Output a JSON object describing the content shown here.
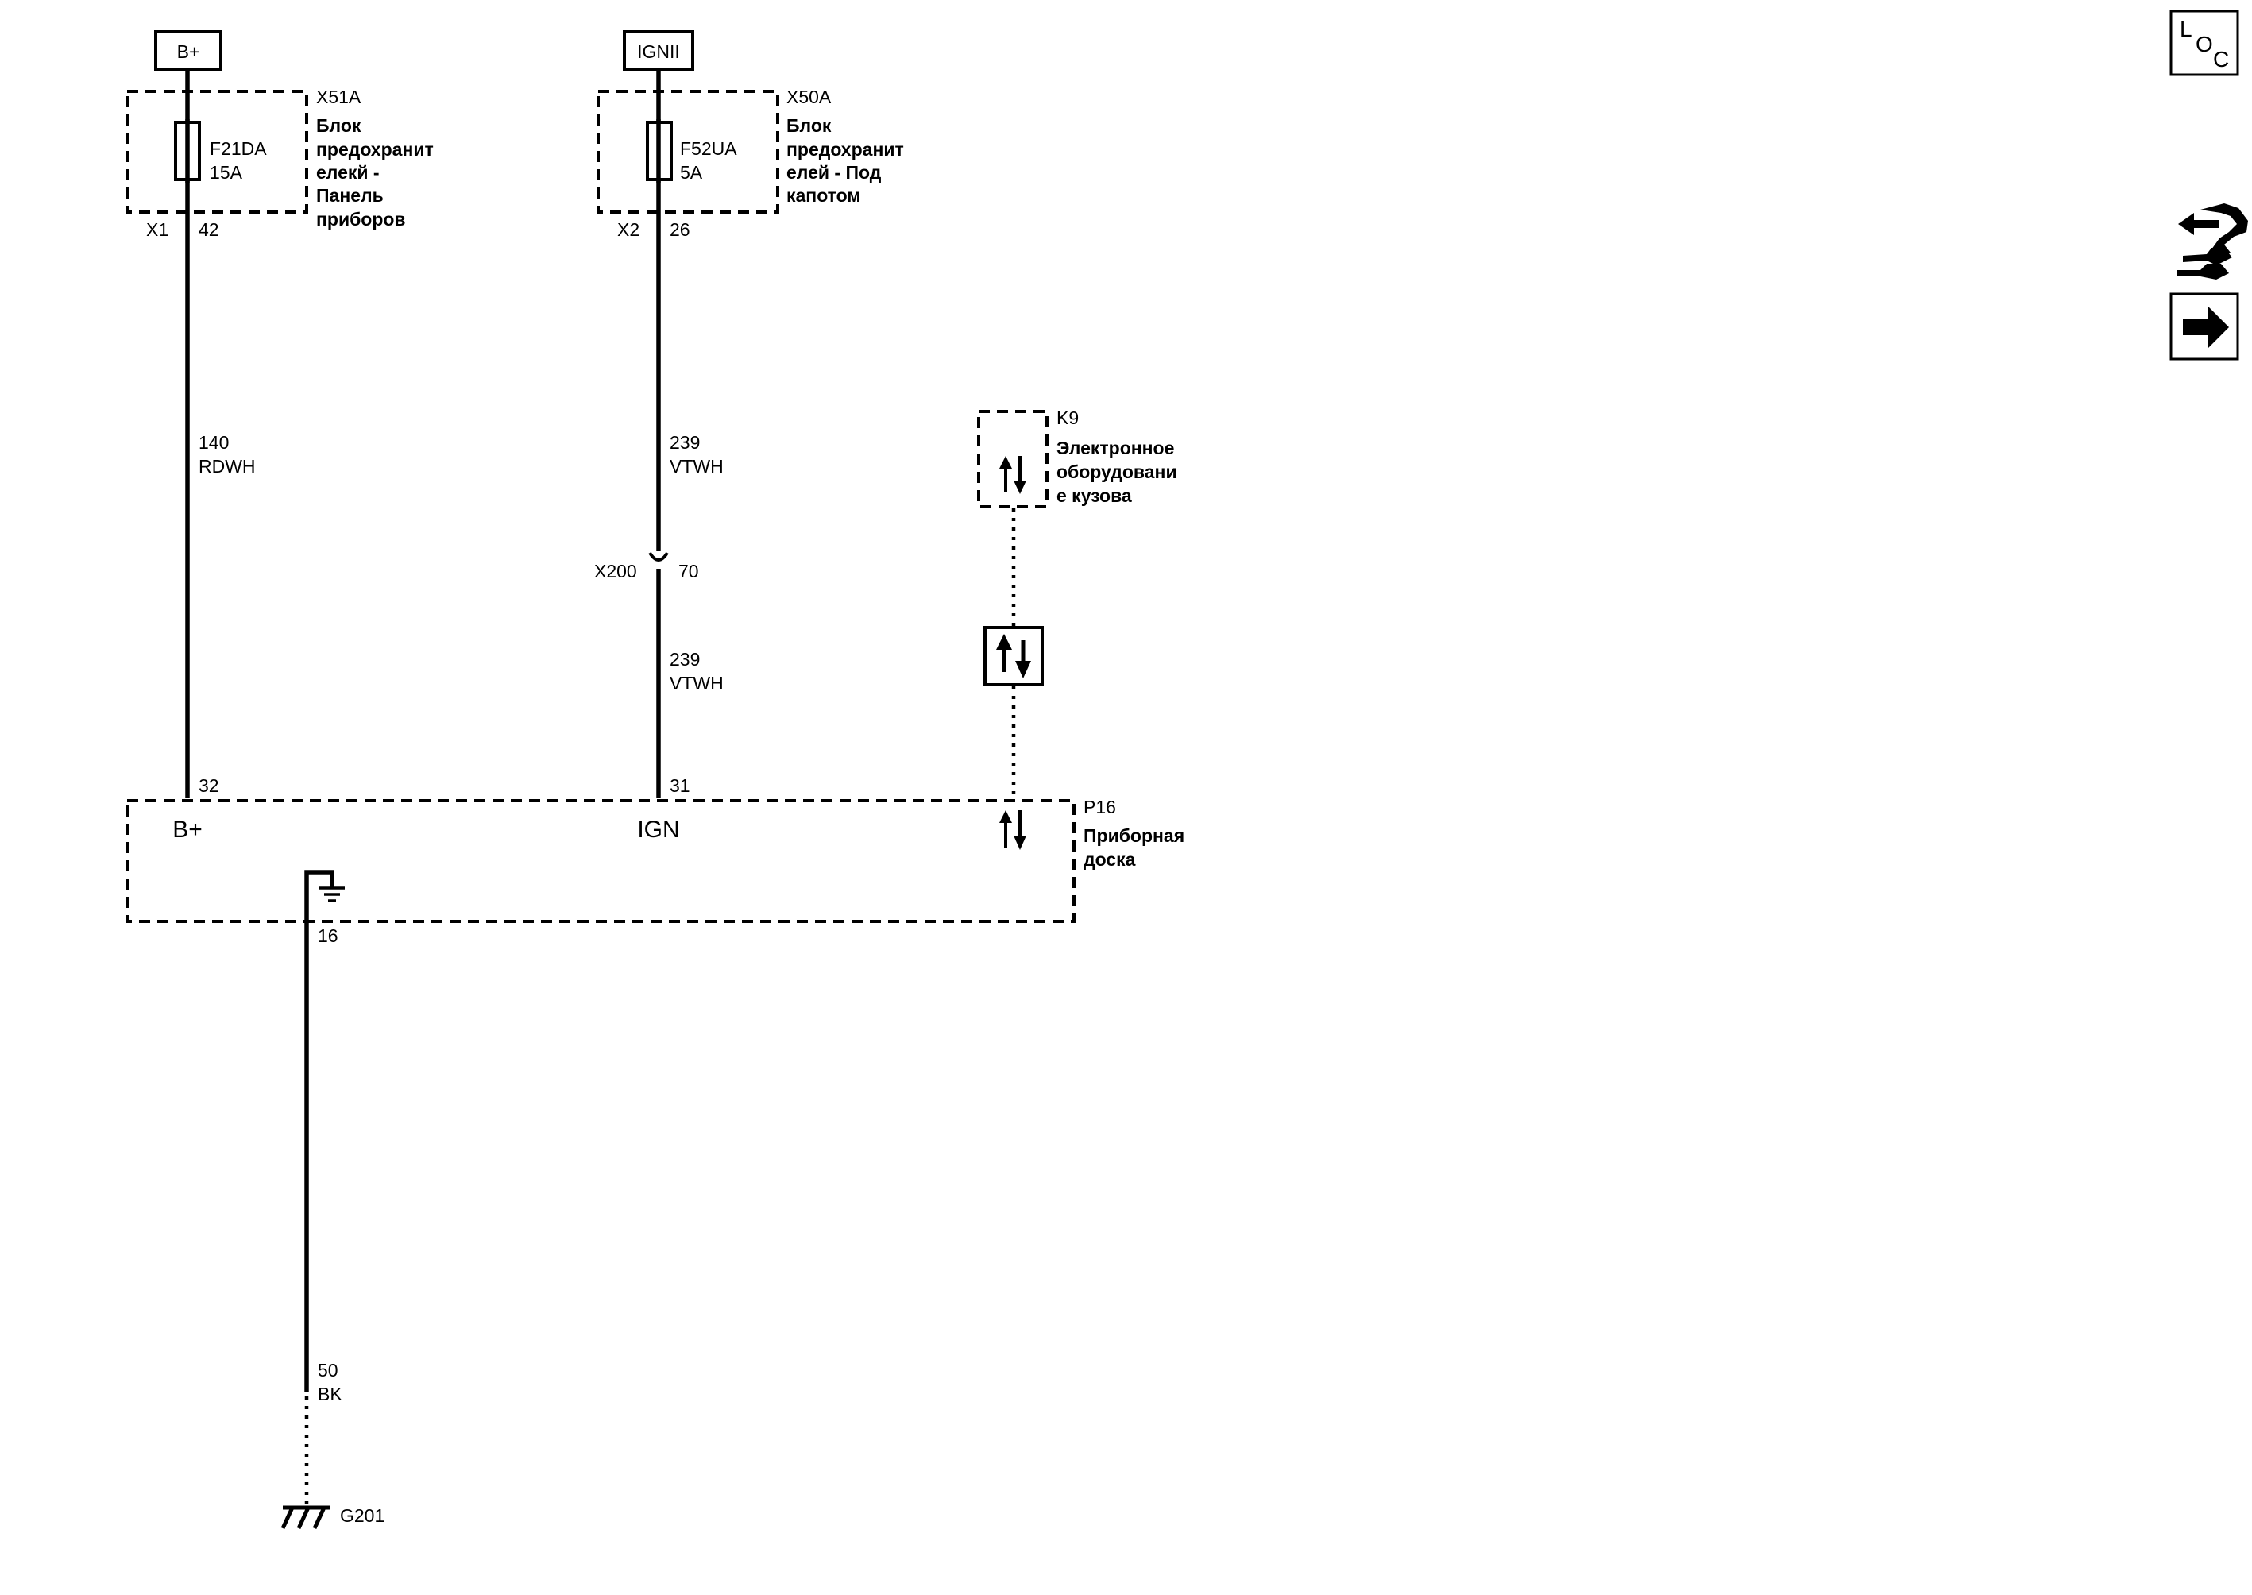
{
  "power_sources": {
    "bplus": "B+",
    "ign": "IGNII"
  },
  "fuse_block_1": {
    "id": "X51A",
    "name_lines": [
      "Блок",
      "предохранит",
      "елекй -",
      "Панель",
      "приборов"
    ],
    "fuse_id": "F21DA",
    "fuse_rating": "15A",
    "connector": "X1",
    "pin": "42"
  },
  "fuse_block_2": {
    "id": "X50A",
    "name_lines": [
      "Блок",
      "предохранит",
      "елей - Под",
      "капотом"
    ],
    "fuse_id": "F52UA",
    "fuse_rating": "5A",
    "connector": "X2",
    "pin": "26"
  },
  "wire_1": {
    "circuit": "140",
    "color": "RDWH"
  },
  "wire_2": {
    "circuit": "239",
    "color": "VTWH"
  },
  "wire_2b": {
    "circuit": "239",
    "color": "VTWH"
  },
  "inline_connector": {
    "id": "X200",
    "pin": "70"
  },
  "module_k9": {
    "id": "K9",
    "name_lines": [
      "Электронное",
      "оборудовани",
      "е кузова"
    ]
  },
  "module_p16": {
    "id": "P16",
    "name_lines": [
      "Приборная",
      "доска"
    ],
    "pin_bplus": "32",
    "pin_ign": "31",
    "label_bplus": "B+",
    "label_ign": "IGN",
    "pin_ground": "16"
  },
  "ground_wire": {
    "circuit": "50",
    "color": "BK"
  },
  "ground": {
    "id": "G201"
  },
  "side_icons": {
    "loc_letters": [
      "L",
      "O",
      "C"
    ],
    "icons": [
      "loc-icon",
      "connector-tool-icon",
      "next-arrow-icon"
    ]
  }
}
